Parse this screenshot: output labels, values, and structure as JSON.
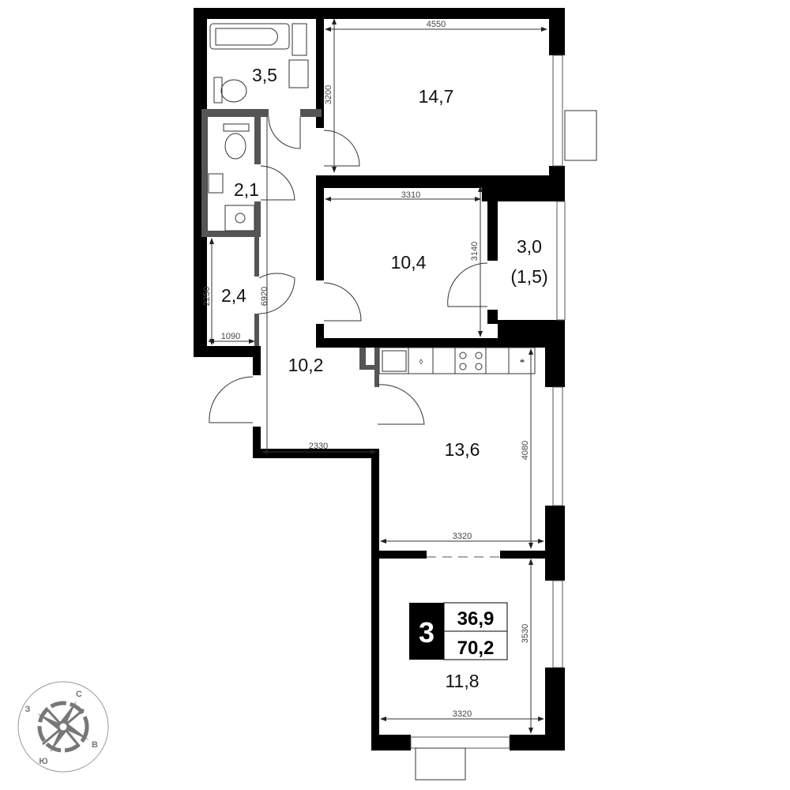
{
  "rooms": {
    "bathroom": "3,5",
    "bedroom_large": "14,7",
    "wc": "2,1",
    "storage": "2,4",
    "bedroom_small": "10,4",
    "balcony": "3,0",
    "balcony_reduced": "(1,5)",
    "hall": "10,2",
    "kitchen": "13,6",
    "room_bottom": "11,8"
  },
  "dimensions": {
    "d4550": "4550",
    "d3200": "3200",
    "d3310": "3310",
    "d3140": "3140",
    "d2250": "2250",
    "d1090": "1090",
    "d6920": "6920",
    "d2330": "2330",
    "d4080": "4080",
    "d3320_kitchen": "3320",
    "d3530": "3530",
    "d3320_room": "3320"
  },
  "badge": {
    "rooms_count": "3",
    "living_area": "36,9",
    "total_area": "70,2"
  },
  "compass": {
    "north": "С",
    "east": "В",
    "south": "Ю",
    "west": "З"
  },
  "colors": {
    "wall": "#000000",
    "inner_wall": "#555555",
    "compass": "#777777"
  }
}
